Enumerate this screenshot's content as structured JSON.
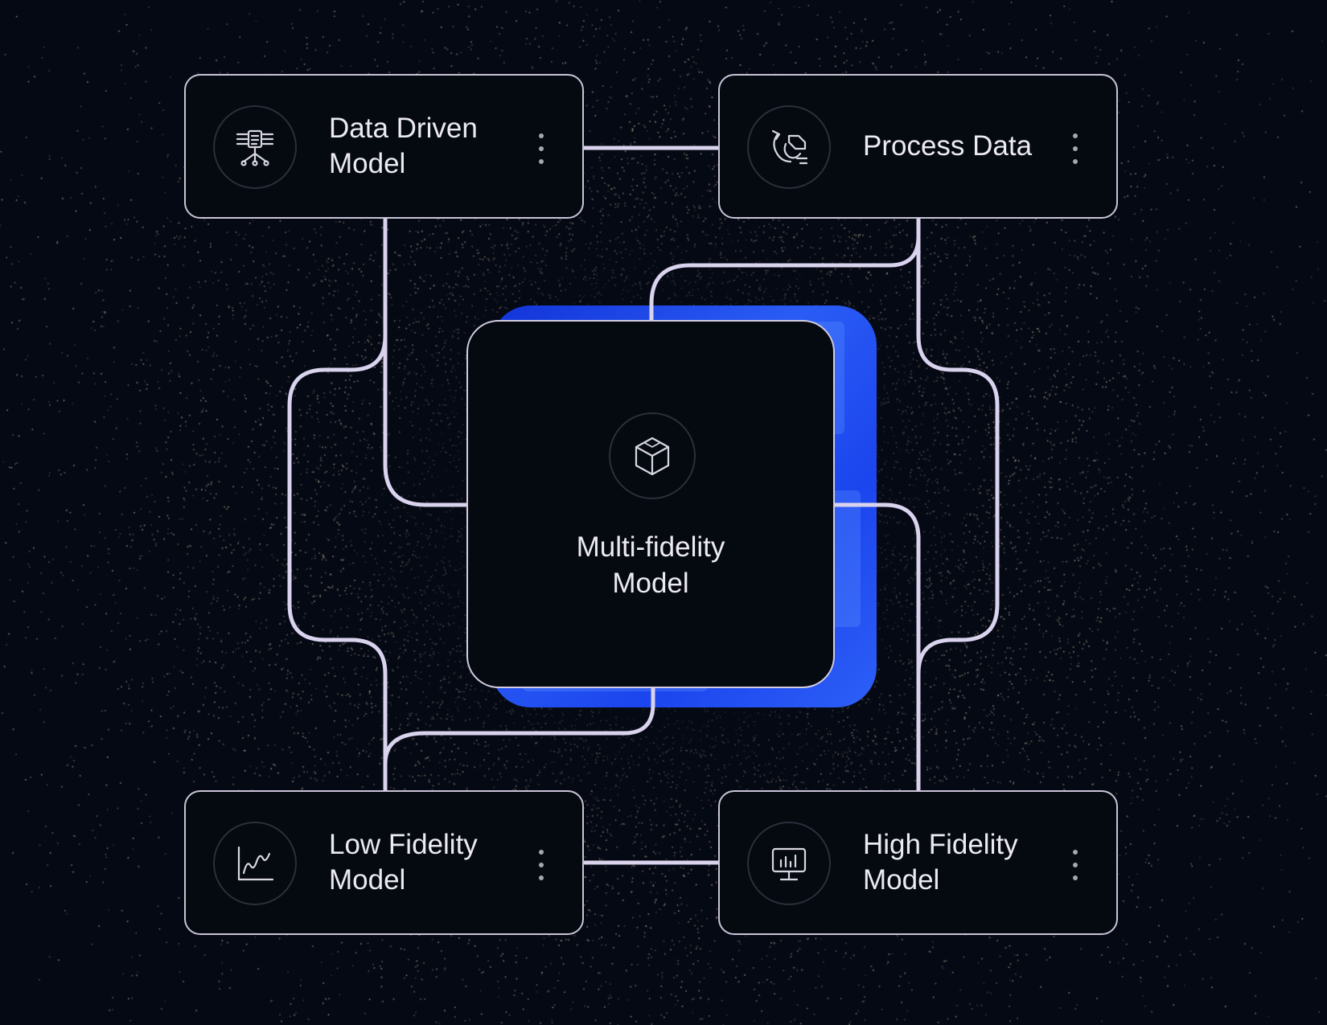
{
  "colors": {
    "background": "#050914",
    "connector": "#d9d3ee",
    "card_border": "#c9c4d8",
    "accent_blue": "#1b45ee",
    "particles": "#b7ab8e"
  },
  "center": {
    "label": "Multi-fidelity\nModel",
    "icon": "cube-icon"
  },
  "nodes": {
    "data_driven": {
      "label": "Data Driven\nModel",
      "icon": "neural-network-icon",
      "menu_icon": "kebab-menu-icon"
    },
    "process_data": {
      "label": "Process Data",
      "icon": "data-cycle-icon",
      "menu_icon": "kebab-menu-icon"
    },
    "low_fidelity": {
      "label": "Low Fidelity\nModel",
      "icon": "line-chart-icon",
      "menu_icon": "kebab-menu-icon"
    },
    "high_fidelity": {
      "label": "High Fidelity\nModel",
      "icon": "monitor-chart-icon",
      "menu_icon": "kebab-menu-icon"
    }
  }
}
